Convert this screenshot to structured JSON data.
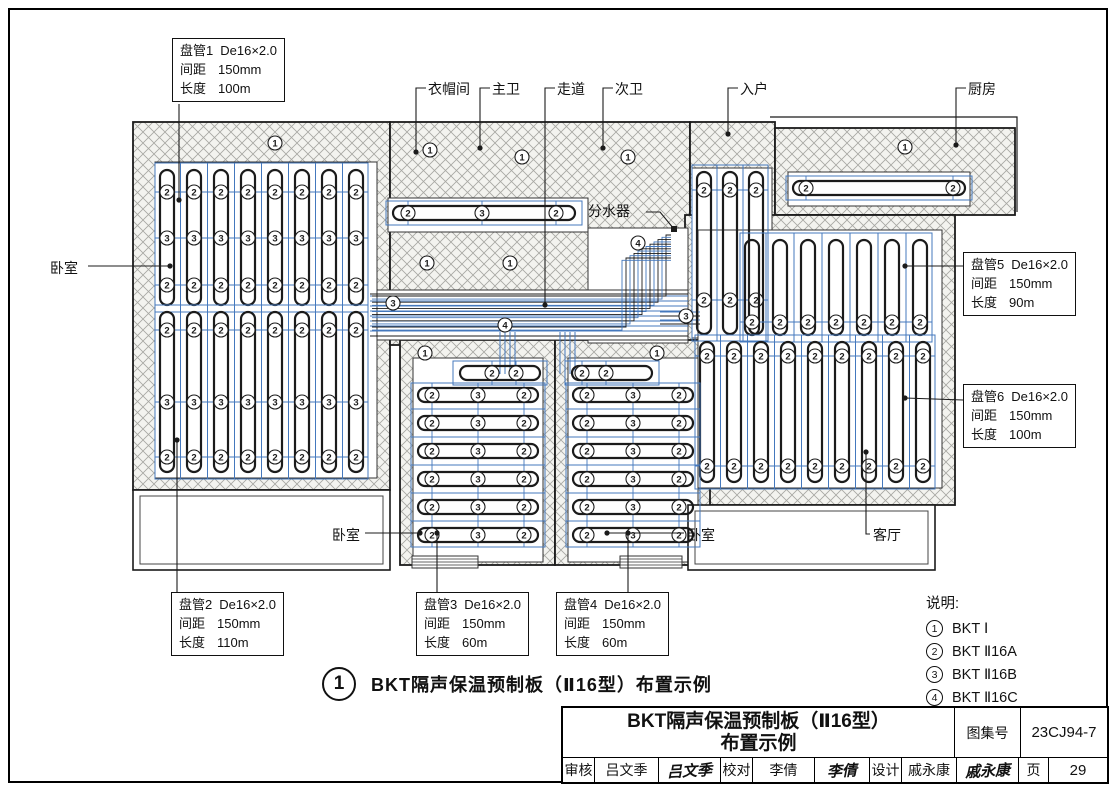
{
  "figure": {
    "number": "1",
    "title": "BKT隔声保温预制板（Ⅱ16型）布置示例"
  },
  "room_labels": {
    "closet": "衣帽间",
    "master_bath": "主卫",
    "corridor": "走道",
    "second_bath": "次卫",
    "entry": "入户",
    "kitchen": "厨房",
    "bedroom_left": "卧室",
    "manifold": "分水器",
    "bedroom_bottom_left": "卧室",
    "bedroom_bottom_right": "卧室",
    "living_room": "客厅"
  },
  "callouts": {
    "c1": {
      "name": "盘管1",
      "spec": "De16×2.0",
      "spacing_label": "间距",
      "spacing": "150mm",
      "length_label": "长度",
      "length": "100m"
    },
    "c2": {
      "name": "盘管2",
      "spec": "De16×2.0",
      "spacing_label": "间距",
      "spacing": "150mm",
      "length_label": "长度",
      "length": "110m"
    },
    "c3": {
      "name": "盘管3",
      "spec": "De16×2.0",
      "spacing_label": "间距",
      "spacing": "150mm",
      "length_label": "长度",
      "length": "60m"
    },
    "c4": {
      "name": "盘管4",
      "spec": "De16×2.0",
      "spacing_label": "间距",
      "spacing": "150mm",
      "length_label": "长度",
      "length": "60m"
    },
    "c5": {
      "name": "盘管5",
      "spec": "De16×2.0",
      "spacing_label": "间距",
      "spacing": "150mm",
      "length_label": "长度",
      "length": "90m"
    },
    "c6": {
      "name": "盘管6",
      "spec": "De16×2.0",
      "spacing_label": "间距",
      "spacing": "150mm",
      "length_label": "长度",
      "length": "100m"
    }
  },
  "legend": {
    "title": "说明:",
    "items": [
      {
        "marker": "1",
        "label": "BKT Ⅰ"
      },
      {
        "marker": "2",
        "label": "BKT Ⅱ16A"
      },
      {
        "marker": "3",
        "label": "BKT Ⅱ16B"
      },
      {
        "marker": "4",
        "label": "BKT Ⅱ16C"
      }
    ]
  },
  "title_block": {
    "title_line1": "BKT隔声保温预制板（Ⅱ16型）",
    "title_line2": "布置示例",
    "atlas_no_label": "图集号",
    "atlas_no": "23CJ94-7",
    "page_label": "页",
    "page_no": "29",
    "reviewer_label": "审核",
    "reviewer": "吕文季",
    "reviewer_sig": "吕文季",
    "checker_label": "校对",
    "checker": "李倩",
    "checker_sig": "李倩",
    "designer_label": "设计",
    "designer": "戚永康",
    "designer_sig": "戚永康"
  }
}
